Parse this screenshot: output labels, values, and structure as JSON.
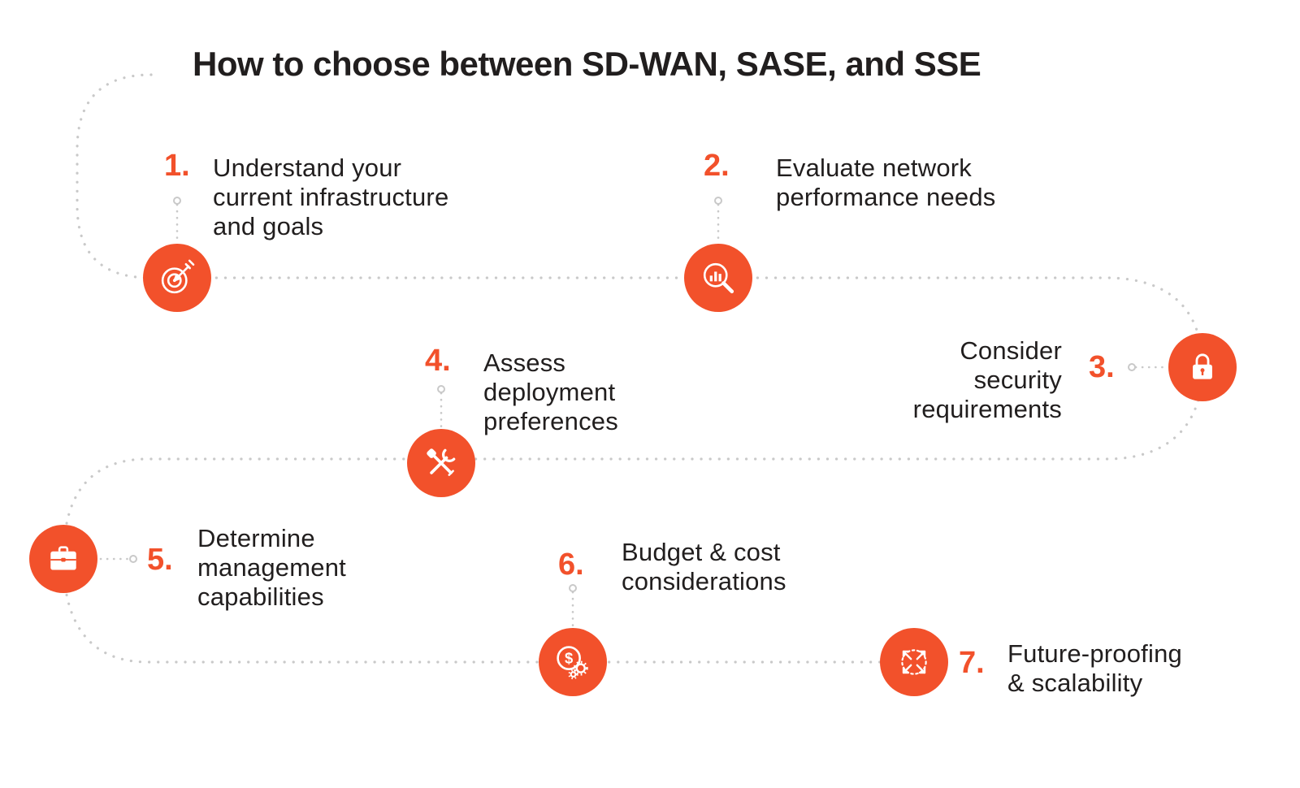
{
  "title": "How to choose between SD-WAN, SASE, and SSE",
  "colors": {
    "orange": "#F2512B",
    "text": "#211E1E",
    "path": "#C9C9C9"
  },
  "steps": [
    {
      "number": "1.",
      "label": "Understand your\ncurrent infrastructure\nand goals",
      "icon": "target-arrow-icon"
    },
    {
      "number": "2.",
      "label": "Evaluate network\nperformance needs",
      "icon": "chart-magnifier-icon"
    },
    {
      "number": "3.",
      "label": "Consider\nsecurity\nrequirements",
      "icon": "padlock-icon"
    },
    {
      "number": "4.",
      "label": "Assess\ndeployment\npreferences",
      "icon": "crossed-tools-icon"
    },
    {
      "number": "5.",
      "label": "Determine\nmanagement\ncapabilities",
      "icon": "briefcase-icon"
    },
    {
      "number": "6.",
      "label": "Budget & cost\nconsiderations",
      "icon": "coin-gear-icon"
    },
    {
      "number": "7.",
      "label": "Future-proofing\n& scalability",
      "icon": "expand-arrows-icon"
    }
  ]
}
